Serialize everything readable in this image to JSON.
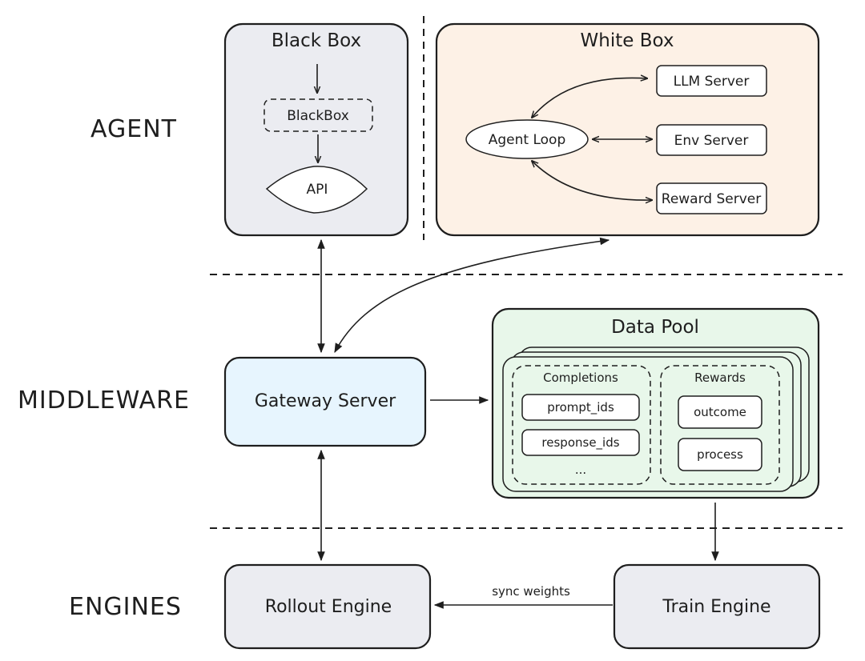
{
  "layers": {
    "agent": "AGENT",
    "middleware": "MIDDLEWARE",
    "engines": "ENGINES"
  },
  "black_box": {
    "title": "Black Box",
    "inner": "BlackBox",
    "api": "API"
  },
  "white_box": {
    "title": "White Box",
    "agent_loop": "Agent Loop",
    "llm_server": "LLM Server",
    "env_server": "Env Server",
    "reward_server": "Reward Server"
  },
  "gateway": {
    "label": "Gateway Server"
  },
  "data_pool": {
    "title": "Data Pool",
    "completions": {
      "title": "Completions",
      "items": [
        "prompt_ids",
        "response_ids",
        "..."
      ]
    },
    "rewards": {
      "title": "Rewards",
      "items": [
        "outcome",
        "process"
      ]
    }
  },
  "engines": {
    "rollout": "Rollout Engine",
    "train": "Train Engine",
    "sync_label": "sync weights"
  },
  "colors": {
    "black_box_fill": "#ebecf1",
    "white_box_fill": "#fdf1e6",
    "gateway_fill": "#e7f5fe",
    "data_pool_fill": "#e8f7ea",
    "engine_fill": "#ebecf1",
    "stroke": "#1e1e1e"
  }
}
